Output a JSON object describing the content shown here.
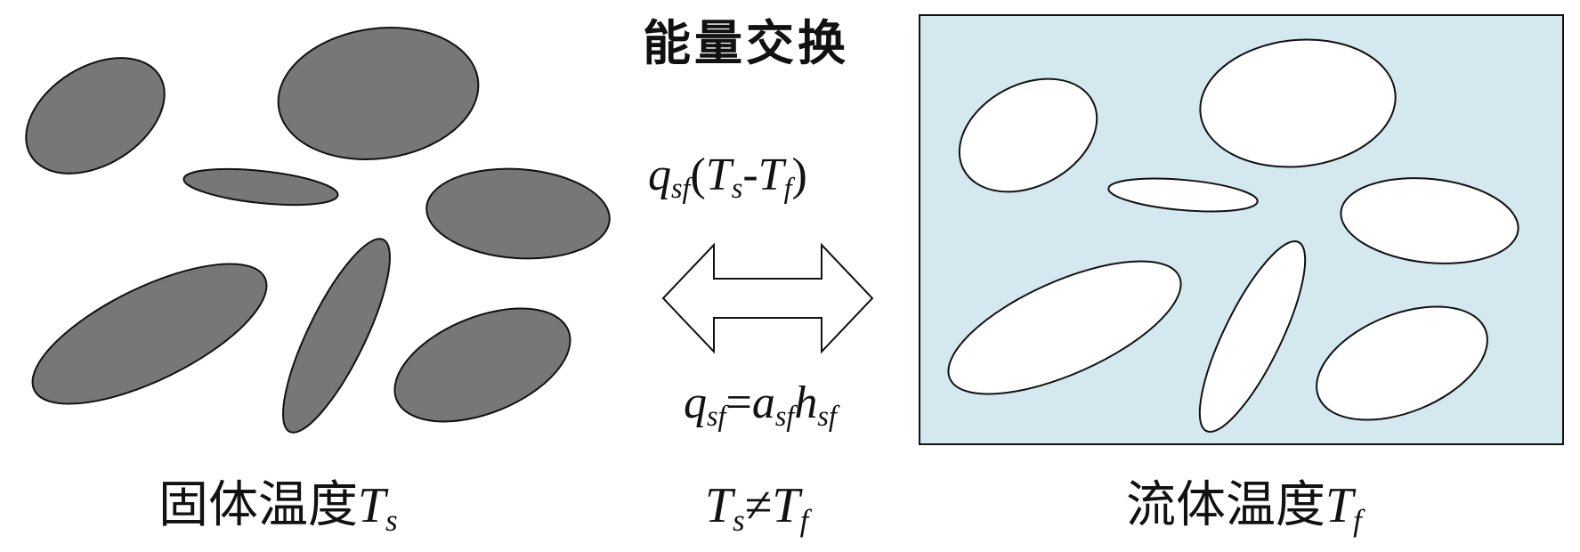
{
  "header": {
    "energy_exchange": "能量交换"
  },
  "equations": {
    "flux": {
      "q": "q",
      "q_sub": "sf",
      "open": "(",
      "t1": "T",
      "t1_sub": "s",
      "dash": "-",
      "t2": "T",
      "t2_sub": "f",
      "close": ")"
    },
    "coef": {
      "q": "q",
      "q_sub": "sf",
      "eq": "=",
      "a": "a",
      "a_sub": "sf",
      "h": "h",
      "h_sub": "sf"
    }
  },
  "labels": {
    "solid_text": "固体温度",
    "solid_T": "T",
    "solid_sub": "s",
    "mid_T1": "T",
    "mid_sub1": "s",
    "mid_neq": "≠",
    "mid_T2": "T",
    "mid_sub2": "f",
    "fluid_text": "流体温度",
    "fluid_T": "T",
    "fluid_sub": "f"
  },
  "colors": {
    "solid_fill": "#777777",
    "outline": "#111111",
    "fluid_background": "#d3e8ef",
    "pore_fill": "#ffffff"
  }
}
